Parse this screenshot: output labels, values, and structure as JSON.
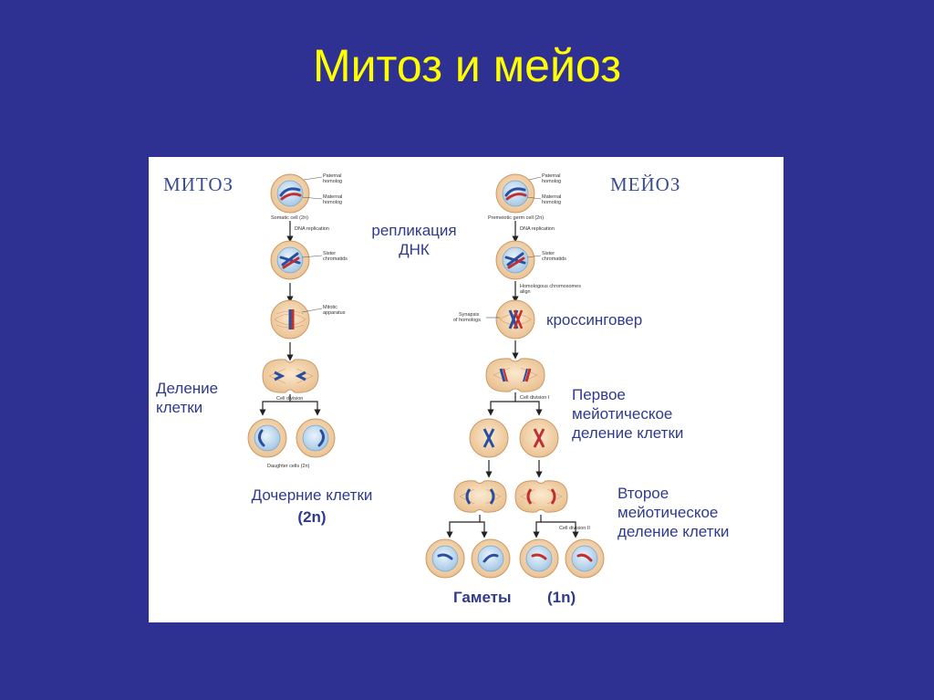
{
  "title": "Митоз и мейоз",
  "mitosis": {
    "heading": "МИТОЗ",
    "cell_division_label": "Деление\nклетки",
    "daughter_cells_label": "Дочерние клетки",
    "daughter_ploidy": "(2n)",
    "tiny": {
      "paternal": "Paternal",
      "homolog": "homolog",
      "maternal": "Maternal",
      "somatic": "Somatic cell (2n)",
      "dna_replication": "DNA replication",
      "sister": "Sister",
      "chromatids": "chromatids",
      "mitotic": "Mitotic",
      "apparatus": "apparatus",
      "cell_division": "Cell division",
      "daughter": "Daughter cells (2n)"
    }
  },
  "center": {
    "replication_label": "репликация\nДНК"
  },
  "meiosis": {
    "heading": "МЕЙОЗ",
    "crossover_label": "кроссинговер",
    "first_division_label": "Первое\nмейотическое\nделение клетки",
    "second_division_label": "Второе\nмейотическое\nделение клетки",
    "gametes_label": "Гаметы",
    "gametes_ploidy": "(1n)",
    "tiny": {
      "paternal": "Paternal",
      "homolog": "homolog",
      "maternal": "Maternal",
      "premeiotic": "Premeiotic germ cell (2n)",
      "dna_replication": "DNA replication",
      "sister": "Sister",
      "chromatids": "chromatids",
      "homologous": "Homologous chromosomes",
      "align": "align",
      "synapsis": "Synapsis",
      "of_homologs": "of homologs",
      "cell_division_1": "Cell division I",
      "cell_division_2": "Cell division II"
    }
  },
  "colors": {
    "background": "#2e3192",
    "title": "#ffff00",
    "panel": "#ffffff",
    "label": "#303a8c",
    "cell_outer": "#f0d2a8",
    "cell_inner": "#bcd8ee",
    "chromosome_blue": "#2a4fa0",
    "chromosome_red": "#c03030"
  }
}
